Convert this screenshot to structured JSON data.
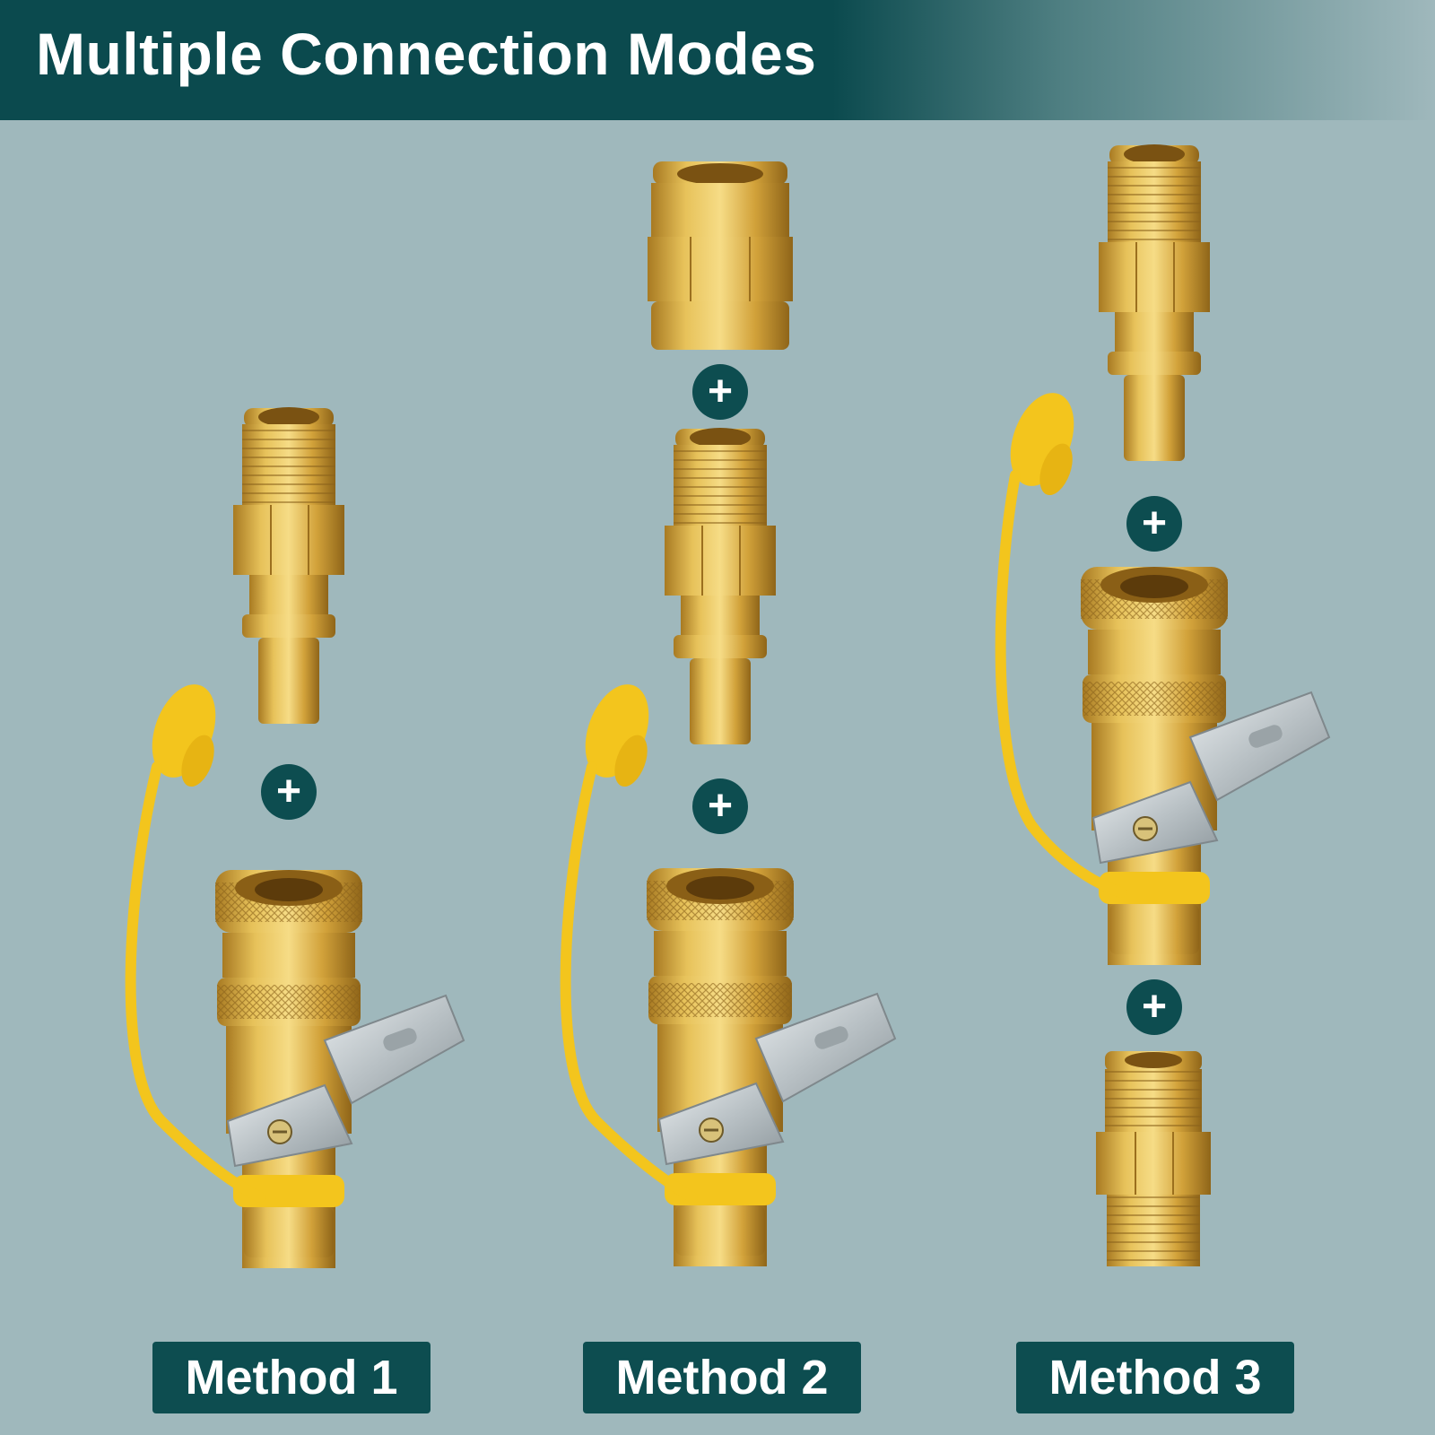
{
  "header": {
    "title": "Multiple Connection Modes"
  },
  "colors": {
    "header_bg": "#0b4a4e",
    "background": "#9fb8bc",
    "brass": "#d8ad3c",
    "cap": "#f3c51d",
    "label_bg": "#0d4d50"
  },
  "methods": [
    {
      "label": "Method 1"
    },
    {
      "label": "Method 2"
    },
    {
      "label": "Method 3"
    }
  ],
  "plus_sign": "+",
  "icons": [
    "plus-icon",
    "brass-fitting-icon",
    "quick-connect-valve-icon",
    "yellow-dust-cap-icon"
  ]
}
